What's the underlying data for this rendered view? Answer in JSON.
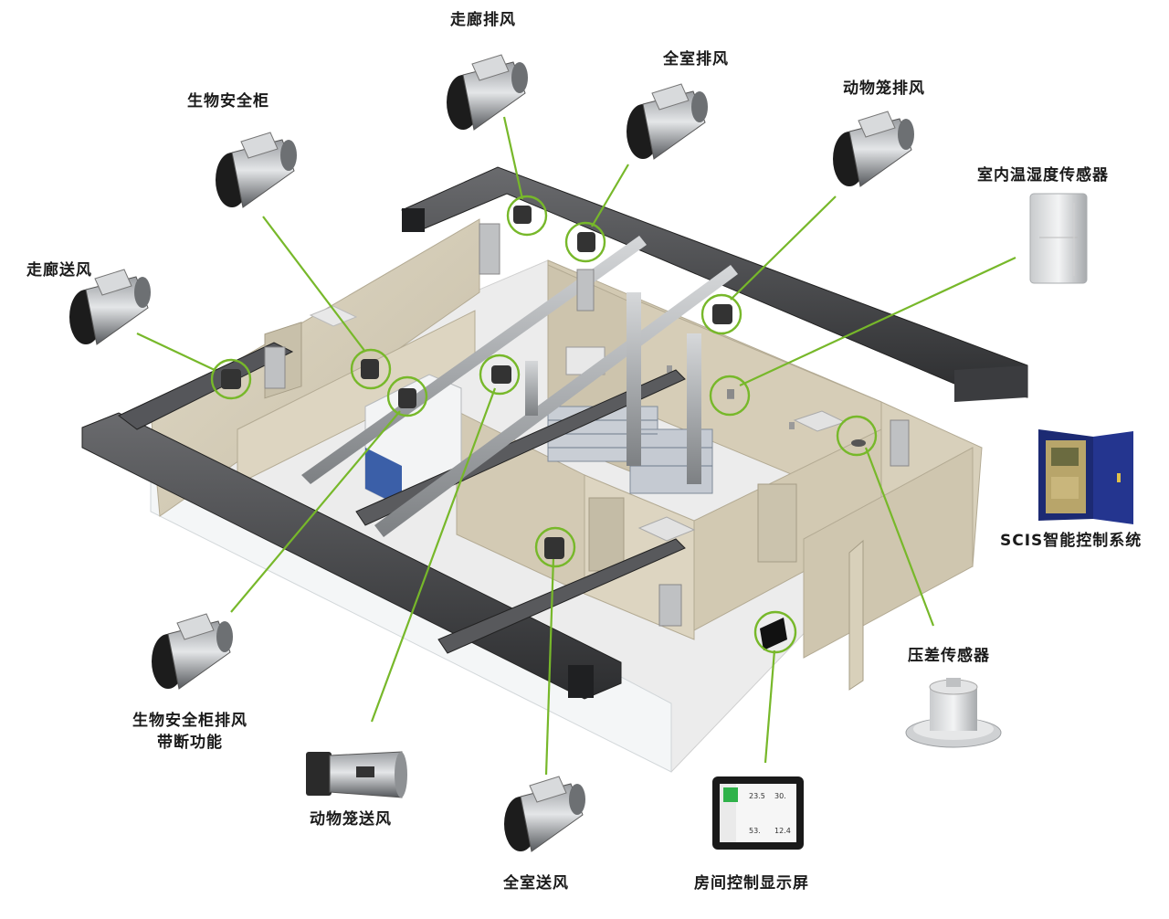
{
  "labels": {
    "corridor_exhaust": "走廊排风",
    "room_exhaust": "全室排风",
    "animal_cage_exhaust": "动物笼排风",
    "biosafety_cabinet": "生物安全柜",
    "temp_humidity_sensor": "室内温湿度传感器",
    "corridor_supply": "走廊送风",
    "scis_control_system": "SCIS智能控制系统",
    "pressure_sensor": "压差传感器",
    "bsc_exhaust_line1": "生物安全柜排风",
    "bsc_exhaust_line2": "带断功能",
    "animal_cage_supply": "动物笼送风",
    "room_supply": "全室送风",
    "room_display": "房间控制显示屏"
  },
  "display_screen": {
    "val_temp": "23.5",
    "val_hum": "30.",
    "val_a": "53.",
    "val_b": "12.4"
  },
  "colors": {
    "leader_line": "#77b82a",
    "duct": "#4a4b4e",
    "duct_dark": "#2c2d2f",
    "wall": "#d9d1bd",
    "wall_shade": "#c8bfa8",
    "floor": "#eeeeee",
    "glass": "#e8ecef",
    "cabinet_blue": "#1f2f8a"
  }
}
